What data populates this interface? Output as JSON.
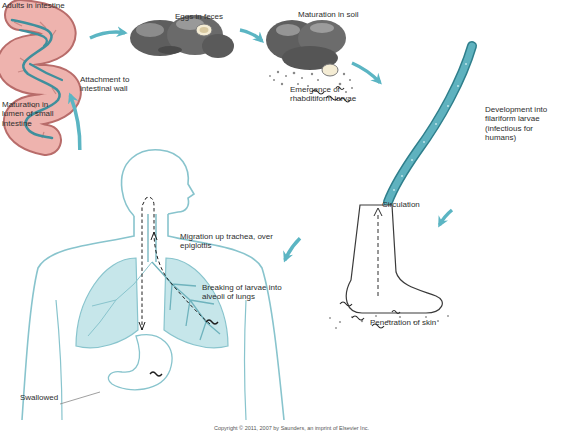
{
  "diagram": {
    "nodes": [
      {
        "text": [
          "Adults in intestine",
          "Attachment to intestinal wall"
        ]
      },
      {
        "text": [
          "Eggs in feces"
        ]
      },
      {
        "text": [
          "Maturation in soil",
          "Emergence of rhabditiform larvae"
        ]
      },
      {
        "text": [
          "Development into filariform larvae (infectious for humans)"
        ]
      },
      {
        "text": [
          "Circulation",
          "Penetration of skin"
        ]
      },
      {
        "text": [
          "Migration up trachea, over epiglottis",
          "Breaking of larvae into alveoli of lungs",
          "Swallowed"
        ]
      }
    ],
    "edges": [
      {
        "from": 0,
        "to": 1,
        "arrow": "to"
      },
      {
        "from": 1,
        "to": 2,
        "arrow": "to"
      },
      {
        "from": 2,
        "to": 3,
        "arrow": "to"
      },
      {
        "from": 3,
        "to": 4,
        "arrow": "to"
      },
      {
        "from": 4,
        "to": 5,
        "arrow": "to"
      },
      {
        "from": 5,
        "to": 0,
        "label": "Maturation in lumen of small intestine",
        "arrow": "to"
      }
    ],
    "labels": [
      "Copyright © 2011, 2007 by Saunders, an imprint of Elsevier Inc."
    ]
  }
}
